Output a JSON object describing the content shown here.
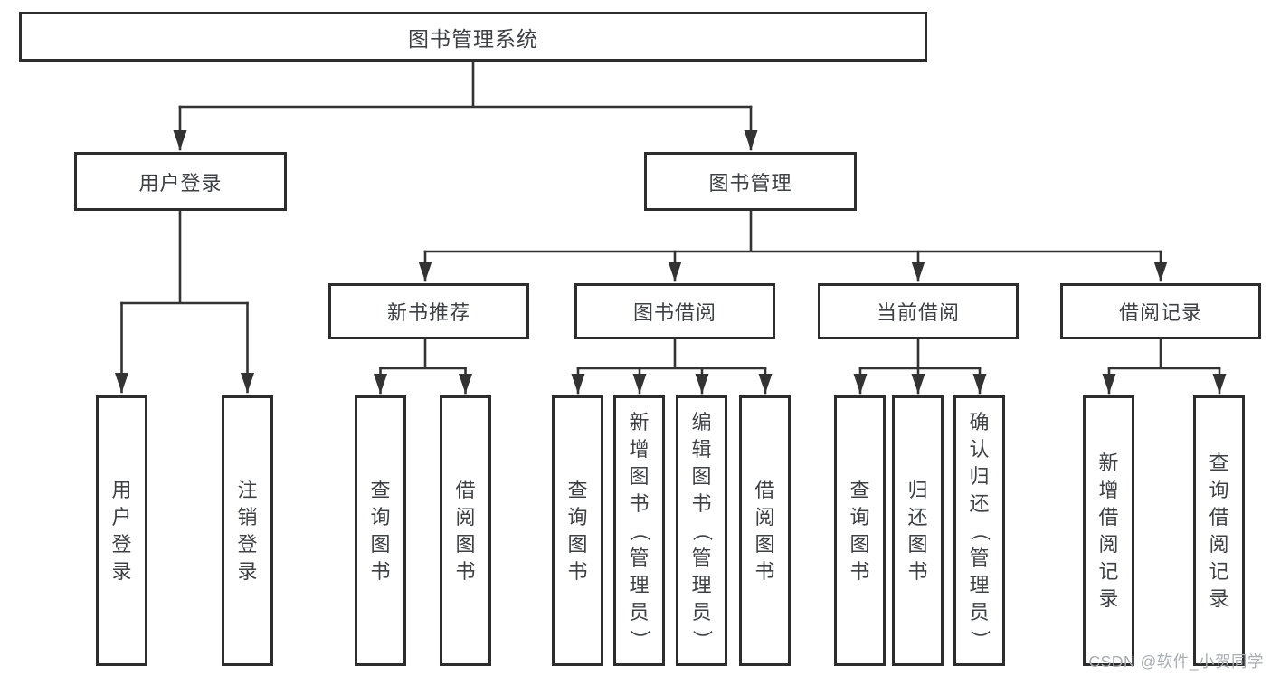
{
  "tree": {
    "root": "图书管理系统",
    "children": [
      {
        "label": "用户登录",
        "children": [
          "用户登录",
          "注销登录"
        ]
      },
      {
        "label": "图书管理",
        "children": [
          {
            "label": "新书推荐",
            "children": [
              "查询图书",
              "借阅图书"
            ]
          },
          {
            "label": "图书借阅",
            "children": [
              "查询图书",
              "新增图书（管理员）",
              "编辑图书（管理员）",
              "借阅图书"
            ]
          },
          {
            "label": "当前借阅",
            "children": [
              "查询图书",
              "归还图书",
              "确认归还（管理员）"
            ]
          },
          {
            "label": "借阅记录",
            "children": [
              "新增借阅记录",
              "查询借阅记录"
            ]
          }
        ]
      }
    ]
  },
  "watermark": "CSDN @软件_小贺同学",
  "colors": {
    "line": "#333333",
    "box_border": "#2d2d2d",
    "text": "#3d4045",
    "watermark": "#a9aeb3",
    "background": "#ffffff"
  }
}
